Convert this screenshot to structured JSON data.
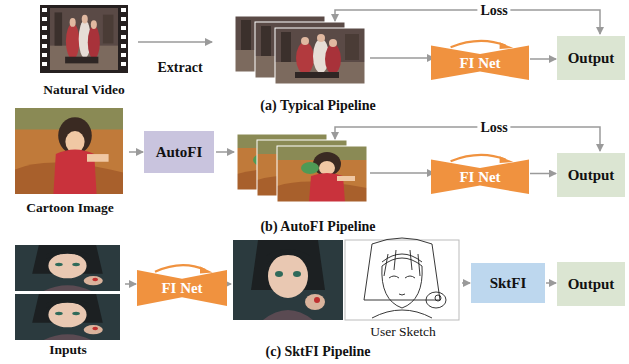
{
  "diagram": {
    "nodes": [
      {
        "text": [
          "Natural Video"
        ]
      },
      {
        "text": [
          "FI Net"
        ]
      },
      {
        "text": [
          "Output"
        ]
      },
      {
        "text": [
          "Cartoon Image"
        ]
      },
      {
        "text": [
          "AutoFI"
        ]
      },
      {
        "text": [
          "FI Net"
        ]
      },
      {
        "text": [
          "Output"
        ]
      },
      {
        "text": [
          "Inputs"
        ]
      },
      {
        "text": [
          "FI Net"
        ]
      },
      {
        "text": [
          "User Sketch"
        ]
      },
      {
        "text": [
          "SktFI"
        ]
      },
      {
        "text": [
          "Output"
        ]
      }
    ],
    "edges": [
      {
        "from": 1,
        "to": 2,
        "arrow": "to"
      },
      {
        "from": 3,
        "to": 4,
        "arrow": "to"
      },
      {
        "from": 5,
        "to": 6,
        "arrow": "to"
      },
      {
        "from": 7,
        "to": 8,
        "arrow": "to"
      },
      {
        "from": 9,
        "to": 10,
        "arrow": "to"
      },
      {
        "from": 10,
        "to": 11,
        "arrow": "to"
      }
    ],
    "labels": [
      "Loss",
      "Extract",
      "(a) Typical Pipeline",
      "Loss",
      "(b) AutoFI Pipeline",
      "(c) SktFI Pipeline"
    ]
  }
}
